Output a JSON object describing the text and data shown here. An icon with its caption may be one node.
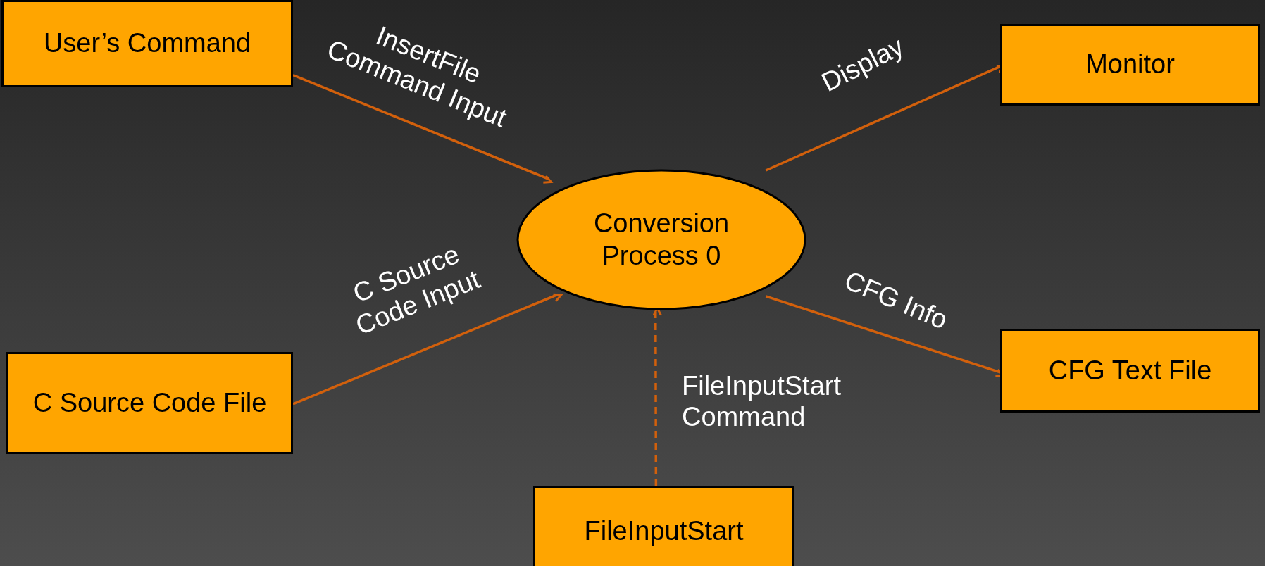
{
  "diagram": {
    "nodes": [
      {
        "text": [
          "User’s Command"
        ]
      },
      {
        "text": [
          "Monitor"
        ]
      },
      {
        "text": [
          "Conversion Process 0"
        ]
      },
      {
        "text": [
          "C Source Code File"
        ]
      },
      {
        "text": [
          "CFG Text File"
        ]
      },
      {
        "text": [
          "FileInputStart"
        ]
      }
    ],
    "edges": [
      {
        "from": 0,
        "to": 2,
        "arrow": "to",
        "label": "InsertFile Command Input"
      },
      {
        "from": 3,
        "to": 2,
        "arrow": "to",
        "label": "C Source Code Input"
      },
      {
        "from": 2,
        "to": 1,
        "arrow": "to",
        "label": "Display"
      },
      {
        "from": 2,
        "to": 4,
        "arrow": "to",
        "label": "CFG Info"
      },
      {
        "from": 5,
        "to": 2,
        "arrow": "to",
        "label": "FileInputStart Command",
        "style": "dashed"
      }
    ]
  }
}
